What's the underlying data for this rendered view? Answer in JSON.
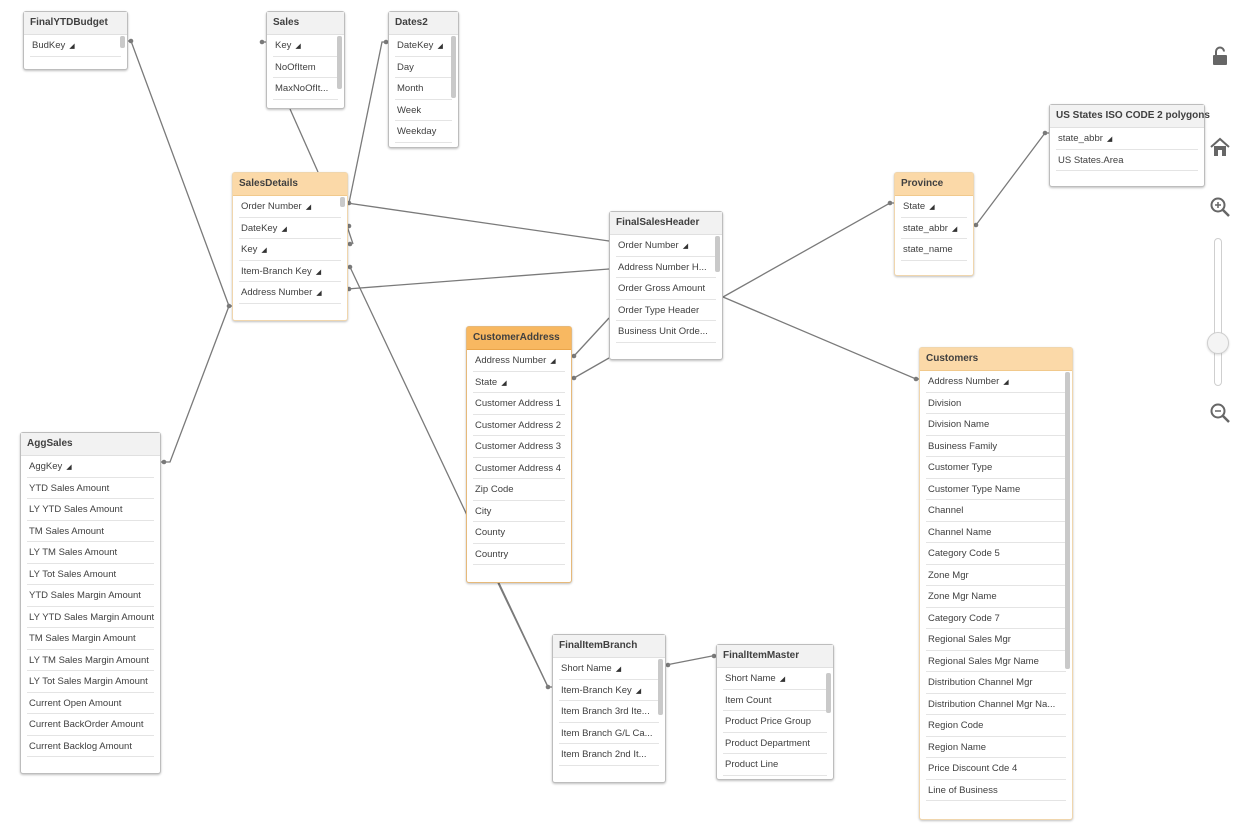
{
  "key_icon": "key-icon",
  "colors": {
    "link": "#7a7a7a",
    "assoc_header": "#fbd9a8",
    "selected_header": "#f8b861",
    "default_header": "#f2f2f2"
  },
  "tables": {
    "finalytdbudget": {
      "name": "FinalYTDBudget",
      "fields": [
        "BudKey"
      ],
      "keys": [
        0
      ]
    },
    "sales": {
      "name": "Sales",
      "fields": [
        "Key",
        "NoOfItem",
        "MaxNoOfIt..."
      ],
      "keys": [
        0
      ]
    },
    "dates2": {
      "name": "Dates2",
      "fields": [
        "DateKey",
        "Day",
        "Month",
        "Week",
        "Weekday"
      ],
      "keys": [
        0
      ]
    },
    "salesdetails": {
      "name": "SalesDetails",
      "fields": [
        "Order Number",
        "DateKey",
        "Key",
        "Item-Branch Key",
        "Address Number"
      ],
      "keys": [
        0,
        1,
        2,
        3,
        4
      ]
    },
    "finalsalesheader": {
      "name": "FinalSalesHeader",
      "fields": [
        "Order Number",
        "Address Number H...",
        "Order Gross Amount",
        "Order Type Header",
        "Business Unit Orde..."
      ],
      "keys": [
        0
      ]
    },
    "customeraddress": {
      "name": "CustomerAddress",
      "fields": [
        "Address Number",
        "State",
        "Customer Address 1",
        "Customer Address 2",
        "Customer Address 3",
        "Customer Address 4",
        "Zip Code",
        "City",
        "County",
        "Country"
      ],
      "keys": [
        0,
        1
      ]
    },
    "province": {
      "name": "Province",
      "fields": [
        "State",
        "state_abbr",
        "state_name"
      ],
      "keys": [
        0,
        1
      ]
    },
    "usstates": {
      "name": "US States ISO CODE 2 polygons",
      "fields": [
        "state_abbr",
        "US States.Area"
      ],
      "keys": [
        0
      ]
    },
    "customers": {
      "name": "Customers",
      "fields": [
        "Address Number",
        "Division",
        "Division Name",
        "Business Family",
        "Customer Type",
        "Customer Type Name",
        "Channel",
        "Channel Name",
        "Category Code 5",
        "Zone Mgr",
        "Zone Mgr Name",
        "Category Code 7",
        "Regional Sales Mgr",
        "Regional Sales Mgr Name",
        "Distribution Channel Mgr",
        "Distribution Channel Mgr Na...",
        "Region Code",
        "Region Name",
        "Price Discount Cde 4",
        "Line of Business"
      ],
      "keys": [
        0
      ]
    },
    "aggsales": {
      "name": "AggSales",
      "fields": [
        "AggKey",
        "YTD Sales Amount",
        "LY YTD Sales Amount",
        "TM Sales Amount",
        "LY TM Sales Amount",
        "LY Tot Sales Amount",
        "YTD Sales Margin Amount",
        "LY YTD Sales Margin Amount",
        "TM Sales Margin Amount",
        "LY TM Sales Margin Amount",
        "LY Tot Sales Margin Amount",
        "Current Open Amount",
        "Current BackOrder Amount",
        "Current Backlog Amount"
      ],
      "keys": [
        0
      ]
    },
    "finalitembranch": {
      "name": "FinalItemBranch",
      "fields": [
        "Short Name",
        "Item-Branch Key",
        "Item Branch 3rd Ite...",
        "Item Branch G/L Ca...",
        "Item Branch 2nd It..."
      ],
      "keys": [
        0,
        1
      ]
    },
    "finalitemmaster": {
      "name": "FinalItemMaster",
      "fields": [
        "Short Name",
        "Item Count",
        "Product Price Group",
        "Product Department",
        "Product Line"
      ],
      "keys": [
        0
      ]
    }
  },
  "toolbar": {
    "lock_icon": "unlock-icon",
    "home_icon": "home-icon",
    "zoom_in_icon": "zoom-in-icon",
    "zoom_out_icon": "zoom-out-icon",
    "zoom_slider": "zoom-slider"
  }
}
